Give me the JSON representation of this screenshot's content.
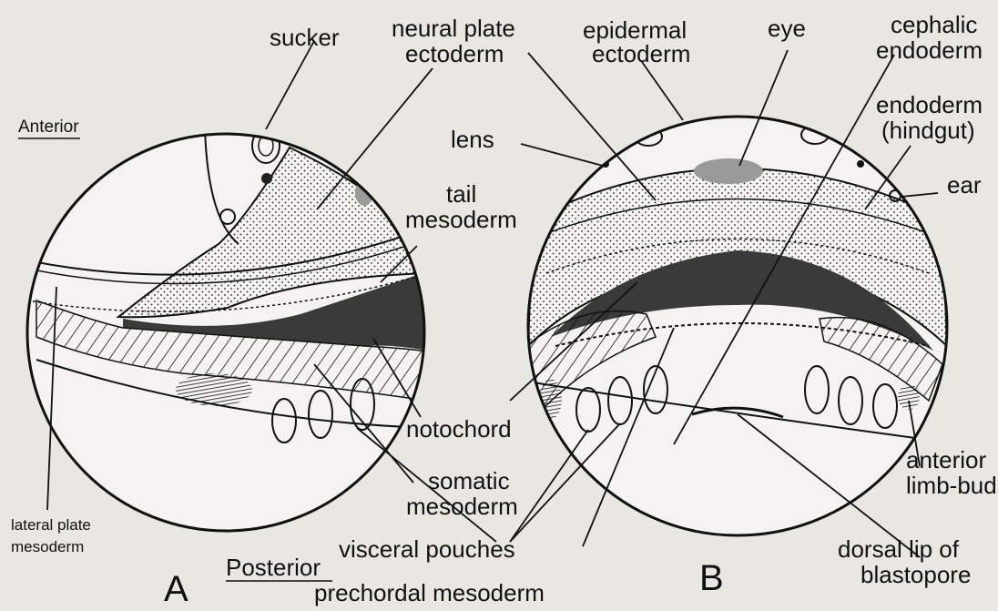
{
  "figure_a": {
    "panel_letter": "A",
    "anterior": "Anterior",
    "posterior": "Posterior",
    "labels": {
      "sucker": "sucker",
      "neural_plate_1": "neural plate",
      "neural_plate_2": "ectoderm",
      "tail_mesoderm_1": "tail",
      "tail_mesoderm_2": "mesoderm",
      "notochord": "notochord",
      "somatic_1": "somatic",
      "somatic_2": "mesoderm",
      "lateral_1": "lateral plate",
      "lateral_2": "mesoderm"
    }
  },
  "figure_b": {
    "panel_letter": "B",
    "labels": {
      "epidermal_1": "epidermal",
      "epidermal_2": "ectoderm",
      "eye": "eye",
      "cephalic_1": "cephalic",
      "cephalic_2": "endoderm",
      "endoderm_1": "endoderm",
      "endoderm_2": "(hindgut)",
      "lens": "lens",
      "ear": "ear",
      "anterior_limb_1": "anterior",
      "anterior_limb_2": "limb-bud",
      "dorsal_lip_1": "dorsal lip of",
      "dorsal_lip_2": "blastopore"
    }
  },
  "shared_labels": {
    "visceral_pouches": "visceral pouches",
    "prechordal_mesoderm": "prechordal mesoderm"
  },
  "colors": {
    "background": "#e9e7e1",
    "line": "#111111",
    "dark_fill": "#3a3a3a"
  }
}
